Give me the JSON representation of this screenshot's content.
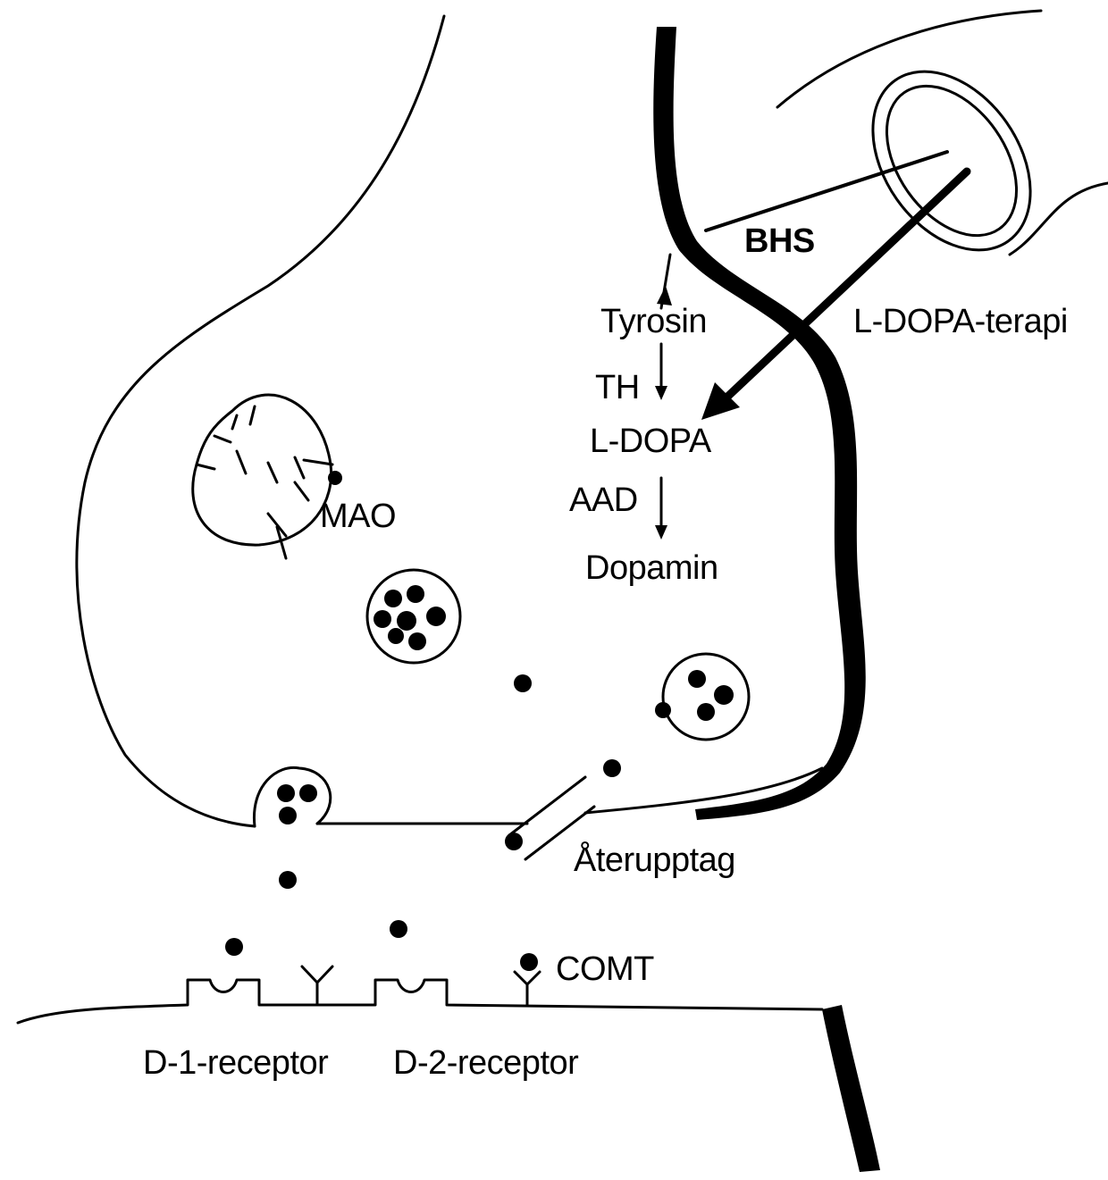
{
  "labels": {
    "bhs": "BHS",
    "ldopa_therapy": "L-DOPA-terapi",
    "tyrosine": "Tyrosin",
    "th": "TH",
    "ldopa": "L-DOPA",
    "aad": "AAD",
    "dopamine": "Dopamin",
    "mao": "MAO",
    "reuptake": "Återupptag",
    "comt": "COMT",
    "d1_receptor": "D-1-receptor",
    "d2_receptor": "D-2-receptor"
  },
  "colors": {
    "line": "#000000",
    "background": "#ffffff"
  }
}
